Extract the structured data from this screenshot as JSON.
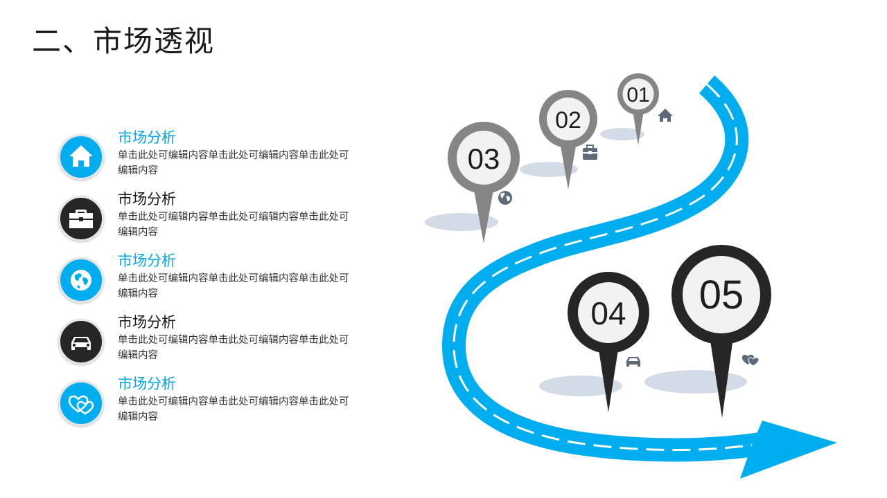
{
  "page": {
    "title": "二、市场透视"
  },
  "items": [
    {
      "heading": "市场分析",
      "desc": "单击此处可编辑内容单击此处可编辑内容单击此处可编辑内容",
      "icon": "house-icon",
      "style": "blue"
    },
    {
      "heading": "市场分析",
      "desc": "单击此处可编辑内容单击此处可编辑内容单击此处可编辑内容",
      "icon": "briefcase-icon",
      "style": "dark"
    },
    {
      "heading": "市场分析",
      "desc": "单击此处可编辑内容单击此处可编辑内容单击此处可编辑内容",
      "icon": "globe-icon",
      "style": "blue"
    },
    {
      "heading": "市场分析",
      "desc": "单击此处可编辑内容单击此处可编辑内容单击此处可编辑内容",
      "icon": "car-icon",
      "style": "dark"
    },
    {
      "heading": "市场分析",
      "desc": "单击此处可编辑内容单击此处可编辑内容单击此处可编辑内容",
      "icon": "hearts-icon",
      "style": "blue"
    }
  ],
  "pins": [
    {
      "number": "01",
      "icon": "house-icon",
      "style": "gray"
    },
    {
      "number": "02",
      "icon": "briefcase-icon",
      "style": "gray"
    },
    {
      "number": "03",
      "icon": "globe-icon",
      "style": "gray"
    },
    {
      "number": "04",
      "icon": "car-icon",
      "style": "dark"
    },
    {
      "number": "05",
      "icon": "hearts-icon",
      "style": "dark"
    }
  ],
  "colors": {
    "accent": "#00adef",
    "dark": "#262626",
    "gray_pin": "#858585",
    "road_blue": "#00adef",
    "shadow": "#d3dce6",
    "small_icon": "#5d6a7a"
  }
}
